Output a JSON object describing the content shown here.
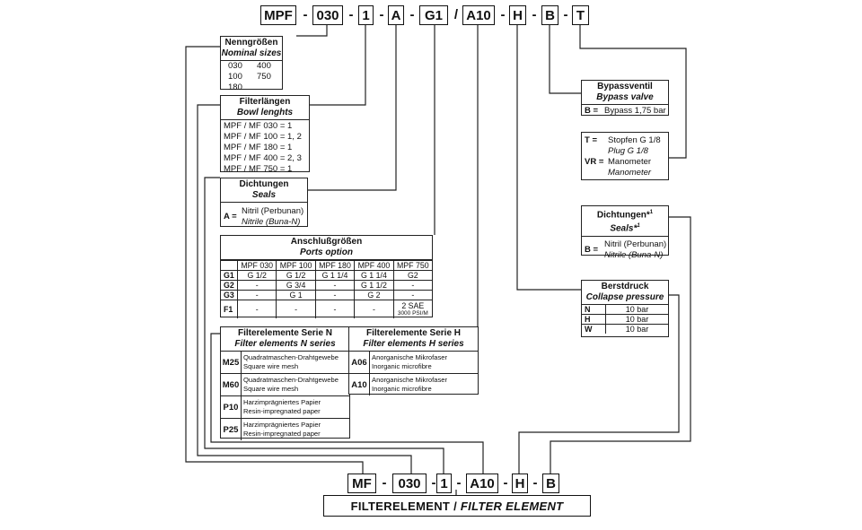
{
  "top_code": {
    "segments": [
      "MPF",
      "030",
      "1",
      "A",
      "G1",
      "A10",
      "H",
      "B",
      "T"
    ],
    "seps": [
      "-",
      "-",
      "-",
      "-",
      "/",
      "-",
      "-",
      "-"
    ]
  },
  "bottom_code": {
    "segments": [
      "MF",
      "030",
      "1",
      "A10",
      "H",
      "B"
    ],
    "seps": [
      "-",
      "-",
      "-",
      "-",
      "-"
    ],
    "caption_de": "FILTERELEMENT /",
    "caption_en": "FILTER ELEMENT"
  },
  "nominal_sizes": {
    "title_de": "Nenngrößen",
    "title_en": "Nominal sizes",
    "rows": [
      [
        "030",
        "400"
      ],
      [
        "100",
        "750"
      ],
      [
        "180",
        ""
      ]
    ]
  },
  "bowl_lengths": {
    "title_de": "Filterlängen",
    "title_en": "Bowl lenghts",
    "rows": [
      "MPF / MF 030 = 1",
      "MPF / MF 100 = 1, 2",
      "MPF / MF 180 = 1",
      "MPF / MF 400 = 2, 3",
      "MPF / MF 750 = 1"
    ]
  },
  "seals_a": {
    "title_de": "Dichtungen",
    "title_en": "Seals",
    "key": "A =",
    "value_de": "Nitril (Perbunan)",
    "value_en": "Nitrile (Buna-N)"
  },
  "ports": {
    "title_de": "Anschlußgrößen",
    "title_en": "Ports option",
    "columns": [
      "MPF 030",
      "MPF 100",
      "MPF 180",
      "MPF 400",
      "MPF 750"
    ],
    "rows": [
      {
        "key": "G1",
        "cells": [
          "G 1/2",
          "G 1/2",
          "G 1 1/4",
          "G 1 1/4",
          "G2"
        ]
      },
      {
        "key": "G2",
        "cells": [
          "-",
          "G 3/4",
          "-",
          "G 1 1/2",
          "-"
        ]
      },
      {
        "key": "G3",
        "cells": [
          "-",
          "G 1",
          "-",
          "G 2",
          "-"
        ]
      },
      {
        "key": "F1",
        "cells": [
          "-",
          "-",
          "-",
          "-",
          "2 SAE"
        ],
        "note": "3000 PSI/M"
      }
    ]
  },
  "elements_n": {
    "title_de": "Filterelemente Serie N",
    "title_en": "Filter elements N series",
    "rows": [
      {
        "key": "M25",
        "de": "Quadratmaschen-Drahtgewebe",
        "en": "Square wire mesh"
      },
      {
        "key": "M60",
        "de": "Quadratmaschen-Drahtgewebe",
        "en": "Square wire mesh"
      },
      {
        "key": "P10",
        "de": "Harzimprägniertes Papier",
        "en": "Resin-impregnated paper"
      },
      {
        "key": "P25",
        "de": "Harzimprägniertes Papier",
        "en": "Resin-impregnated paper"
      }
    ]
  },
  "elements_h": {
    "title_de": "Filterelemente Serie H",
    "title_en": "Filter elements H series",
    "rows": [
      {
        "key": "A06",
        "de": "Anorganische Mikrofaser",
        "en": "Inorganic microfibre"
      },
      {
        "key": "A10",
        "de": "Anorganische Mikrofaser",
        "en": "Inorganic microfibre"
      }
    ]
  },
  "bypass": {
    "title_de": "Bypassventil",
    "title_en": "Bypass valve",
    "key": "B =",
    "value": "Bypass 1,75 bar"
  },
  "plug": {
    "rows": [
      {
        "key": "T =",
        "de": "Stopfen G 1/8",
        "en": "Plug G 1/8"
      },
      {
        "key": "VR =",
        "de": "Manometer",
        "en": "Manometer"
      }
    ]
  },
  "seals_b": {
    "title_de": "Dichtungen*",
    "title_de_sup": "1",
    "title_en": "Seals*",
    "title_en_sup": "1",
    "key": "B =",
    "value_de": "Nitril (Perbunan)",
    "value_en": "Nitrile (Buna-N)"
  },
  "collapse": {
    "title_de": "Berstdruck",
    "title_en": "Collapse pressure",
    "rows": [
      {
        "key": "N",
        "value": "10 bar"
      },
      {
        "key": "H",
        "value": "10 bar"
      },
      {
        "key": "W",
        "value": "10 bar"
      }
    ]
  }
}
